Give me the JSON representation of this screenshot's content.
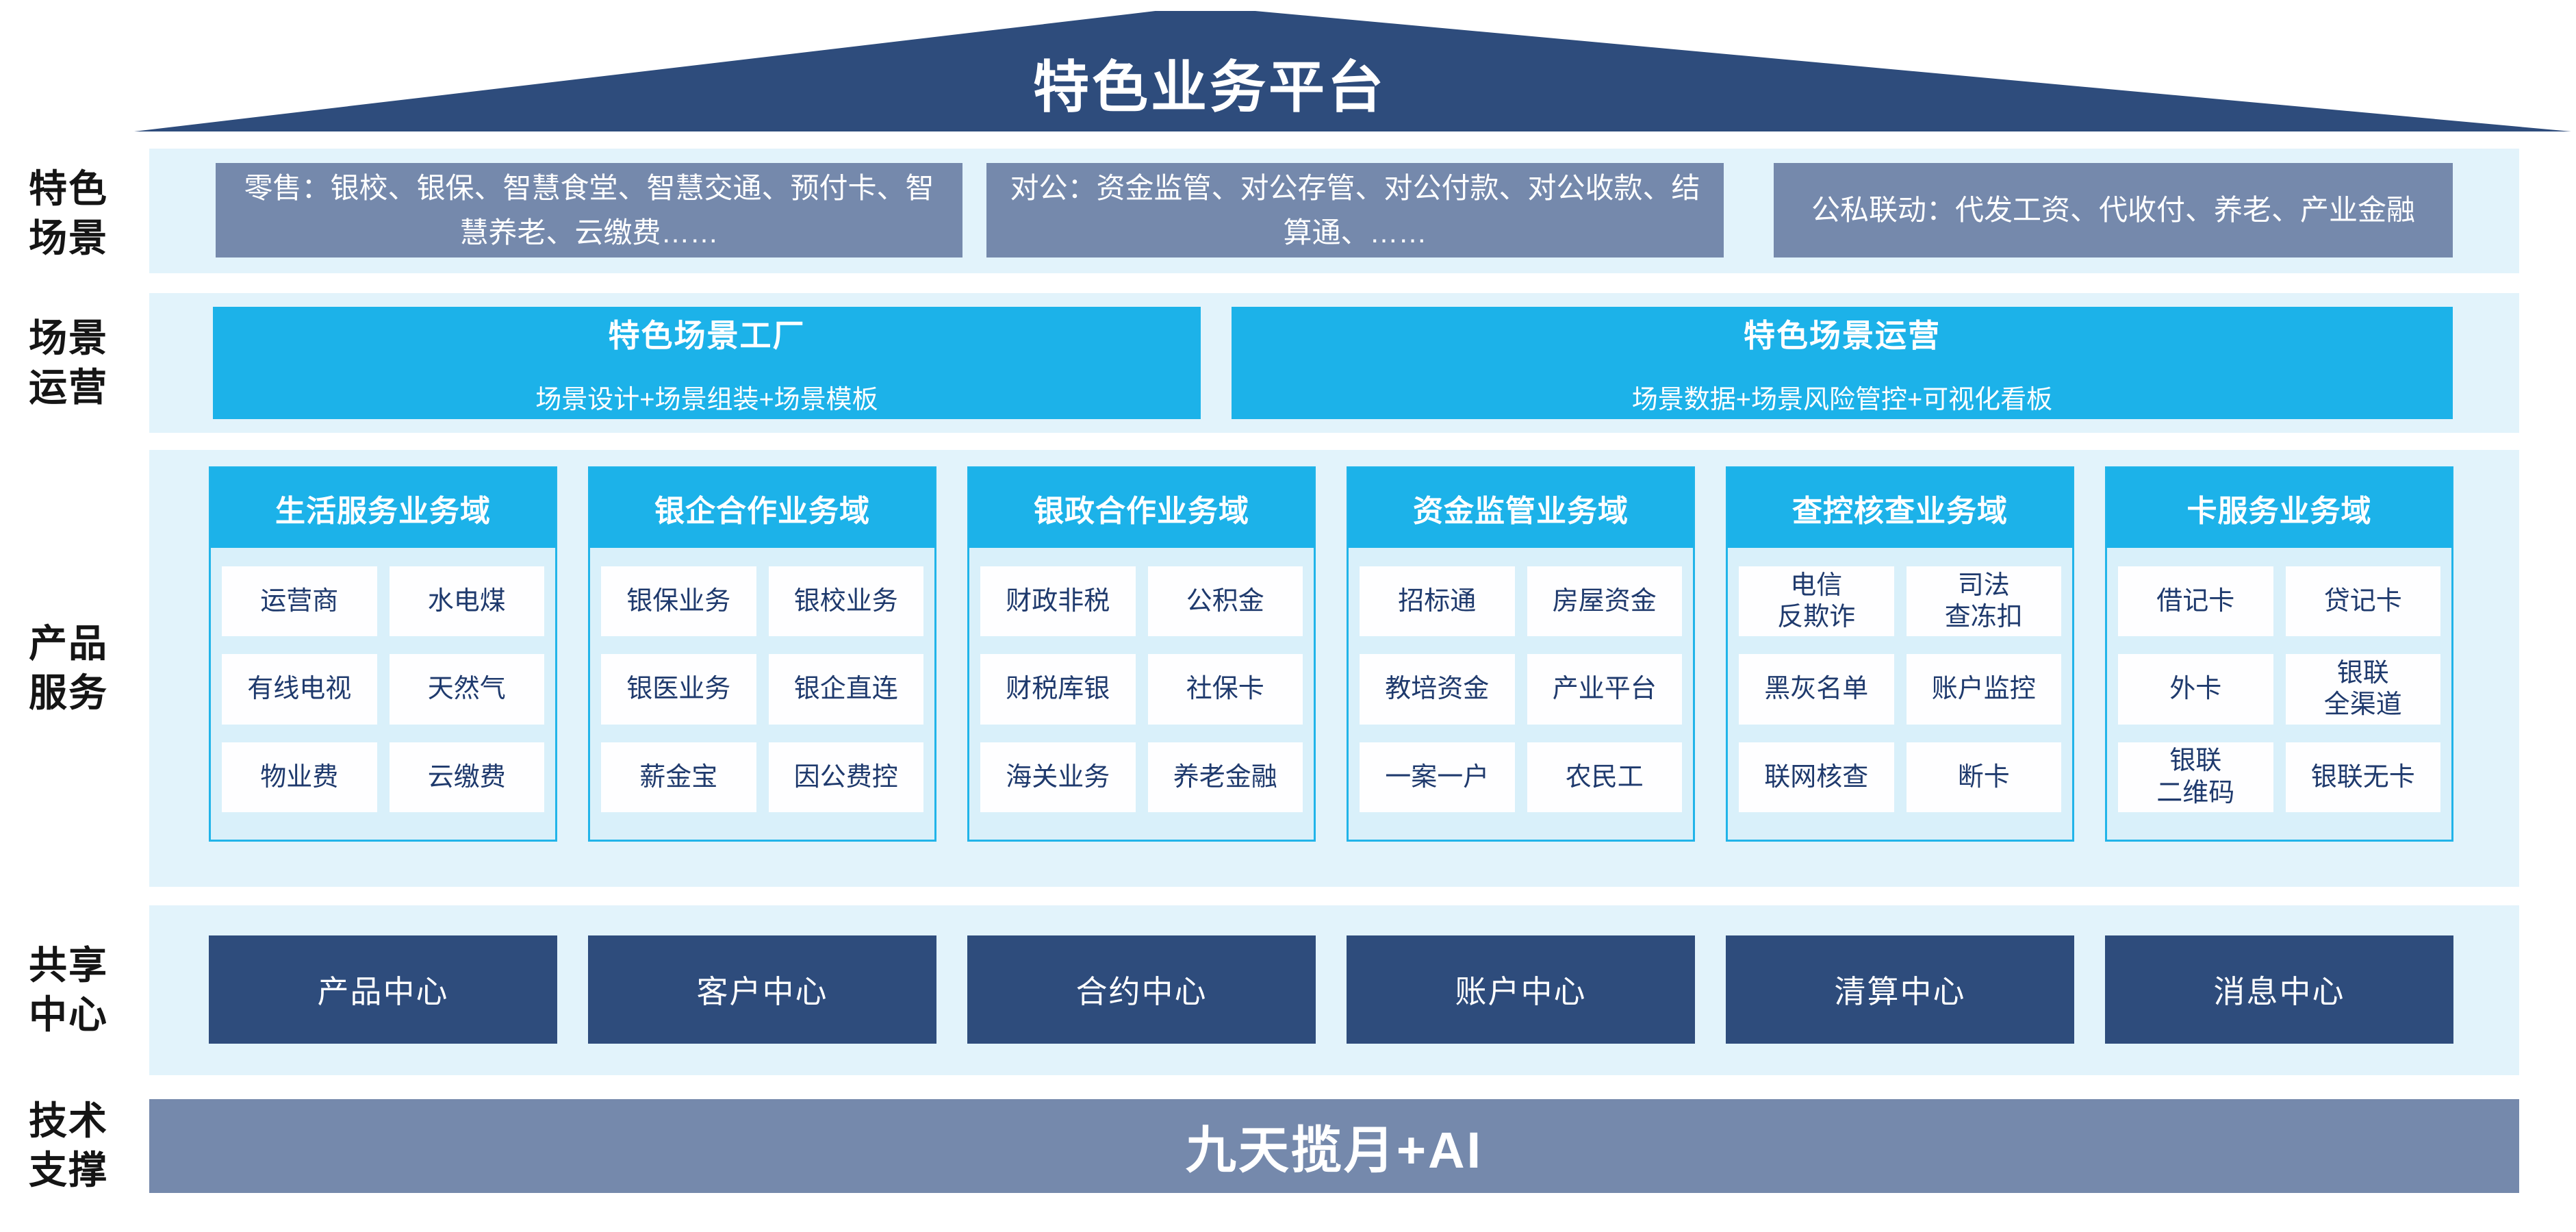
{
  "roof": {
    "title": "特色业务平台"
  },
  "rows": {
    "scenes": {
      "label": "特色\n场景",
      "boxes": [
        "零售：银校、银保、智慧食堂、智慧交通、预付卡、智慧养老、云缴费……",
        "对公：资金监管、对公存管、对公付款、对公收款、结算通、……",
        "公私联动：代发工资、代收付、养老、产业金融"
      ]
    },
    "operation": {
      "label": "场景\n运营",
      "boxes": [
        {
          "title": "特色场景工厂",
          "subtitle": "场景设计+场景组装+场景模板"
        },
        {
          "title": "特色场景运营",
          "subtitle": "场景数据+场景风险管控+可视化看板"
        }
      ]
    },
    "products": {
      "label": "产品\n服务",
      "columns": [
        {
          "header": "生活服务业务域",
          "items": [
            "运营商",
            "水电煤",
            "有线电视",
            "天然气",
            "物业费",
            "云缴费"
          ]
        },
        {
          "header": "银企合作业务域",
          "items": [
            "银保业务",
            "银校业务",
            "银医业务",
            "银企直连",
            "薪金宝",
            "因公费控"
          ]
        },
        {
          "header": "银政合作业务域",
          "items": [
            "财政非税",
            "公积金",
            "财税库银",
            "社保卡",
            "海关业务",
            "养老金融"
          ]
        },
        {
          "header": "资金监管业务域",
          "items": [
            "招标通",
            "房屋资金",
            "教培资金",
            "产业平台",
            "一案一户",
            "农民工"
          ]
        },
        {
          "header": "查控核查业务域",
          "items": [
            "电信\n反欺诈",
            "司法\n查冻扣",
            "黑灰名单",
            "账户监控",
            "联网核查",
            "断卡"
          ]
        },
        {
          "header": "卡服务业务域",
          "items": [
            "借记卡",
            "贷记卡",
            "外卡",
            "银联\n全渠道",
            "银联\n二维码",
            "银联无卡"
          ]
        }
      ]
    },
    "shared": {
      "label": "共享\n中心",
      "centers": [
        "产品中心",
        "客户中心",
        "合约中心",
        "账户中心",
        "清算中心",
        "消息中心"
      ]
    },
    "tech": {
      "label": "技术\n支撑",
      "banner": "九天揽月+AI"
    }
  },
  "colors": {
    "navy": "#2E4C7C",
    "gray_blue": "#7589AC",
    "cyan": "#1CB2E9",
    "strip_blue": "#E2F3FB",
    "card_body_blue": "#D9F0FA",
    "cell_text_navy": "#1F3A6D"
  }
}
